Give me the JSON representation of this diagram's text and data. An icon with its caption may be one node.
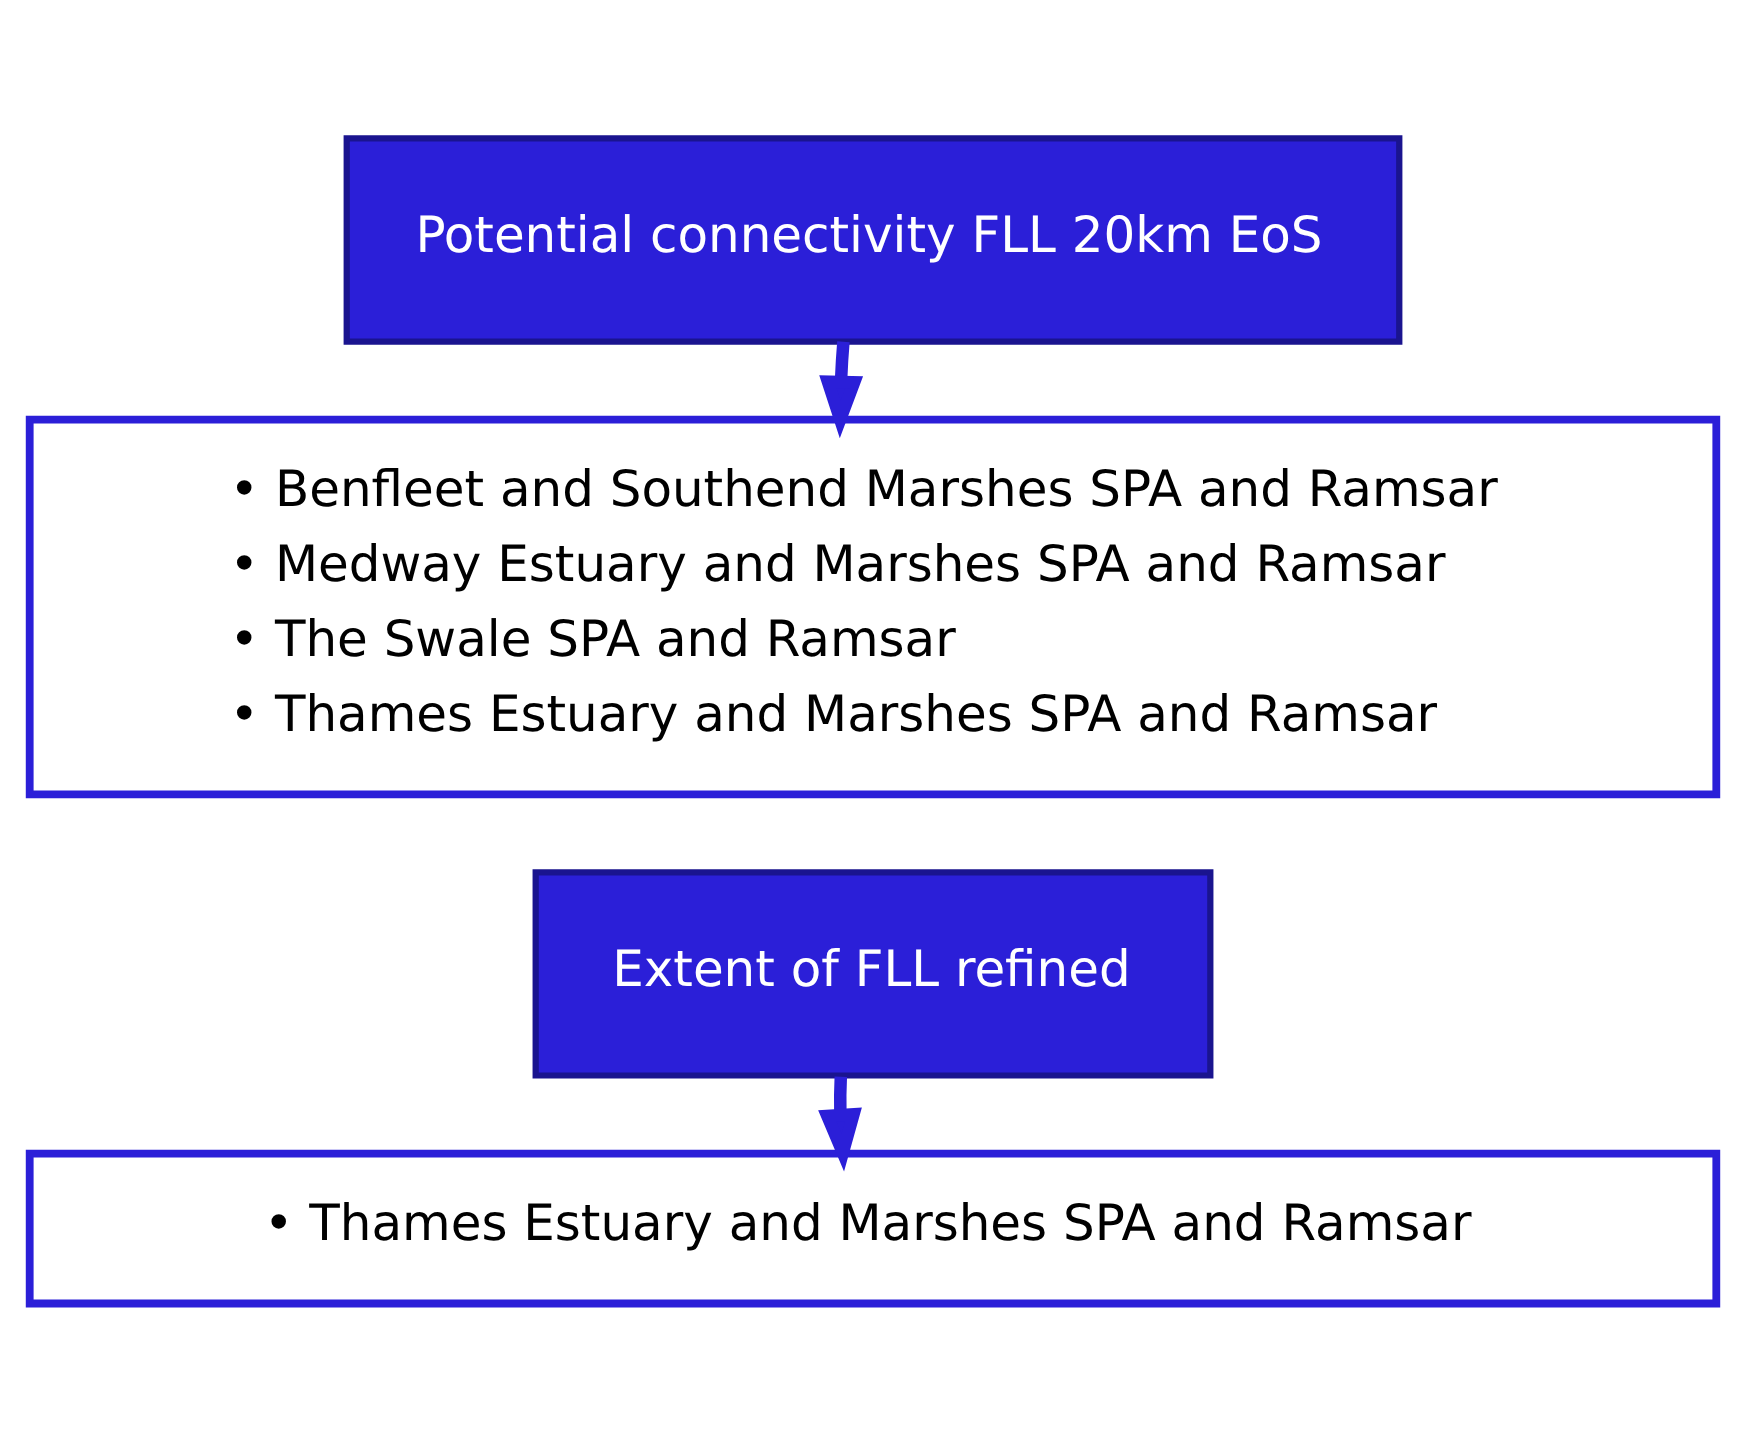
{
  "diagram": {
    "nodes": [
      {
        "text": [
          "Potential connectivity FLL 20km EoS"
        ]
      },
      {
        "text": [
          "• Benfleet and Southend Marshes SPA and Ramsar",
          "• Medway Estuary and Marshes SPA and Ramsar",
          "• The Swale SPA and Ramsar",
          "• Thames Estuary and Marshes SPA and Ramsar"
        ]
      },
      {
        "text": [
          "Extent of FLL refined"
        ]
      },
      {
        "text": [
          "• Thames Estuary and Marshes SPA and Ramsar"
        ]
      }
    ],
    "edges": [
      {
        "from": 0,
        "to": 1,
        "arrow": "to"
      },
      {
        "from": 2,
        "to": 3,
        "arrow": "to"
      }
    ]
  }
}
